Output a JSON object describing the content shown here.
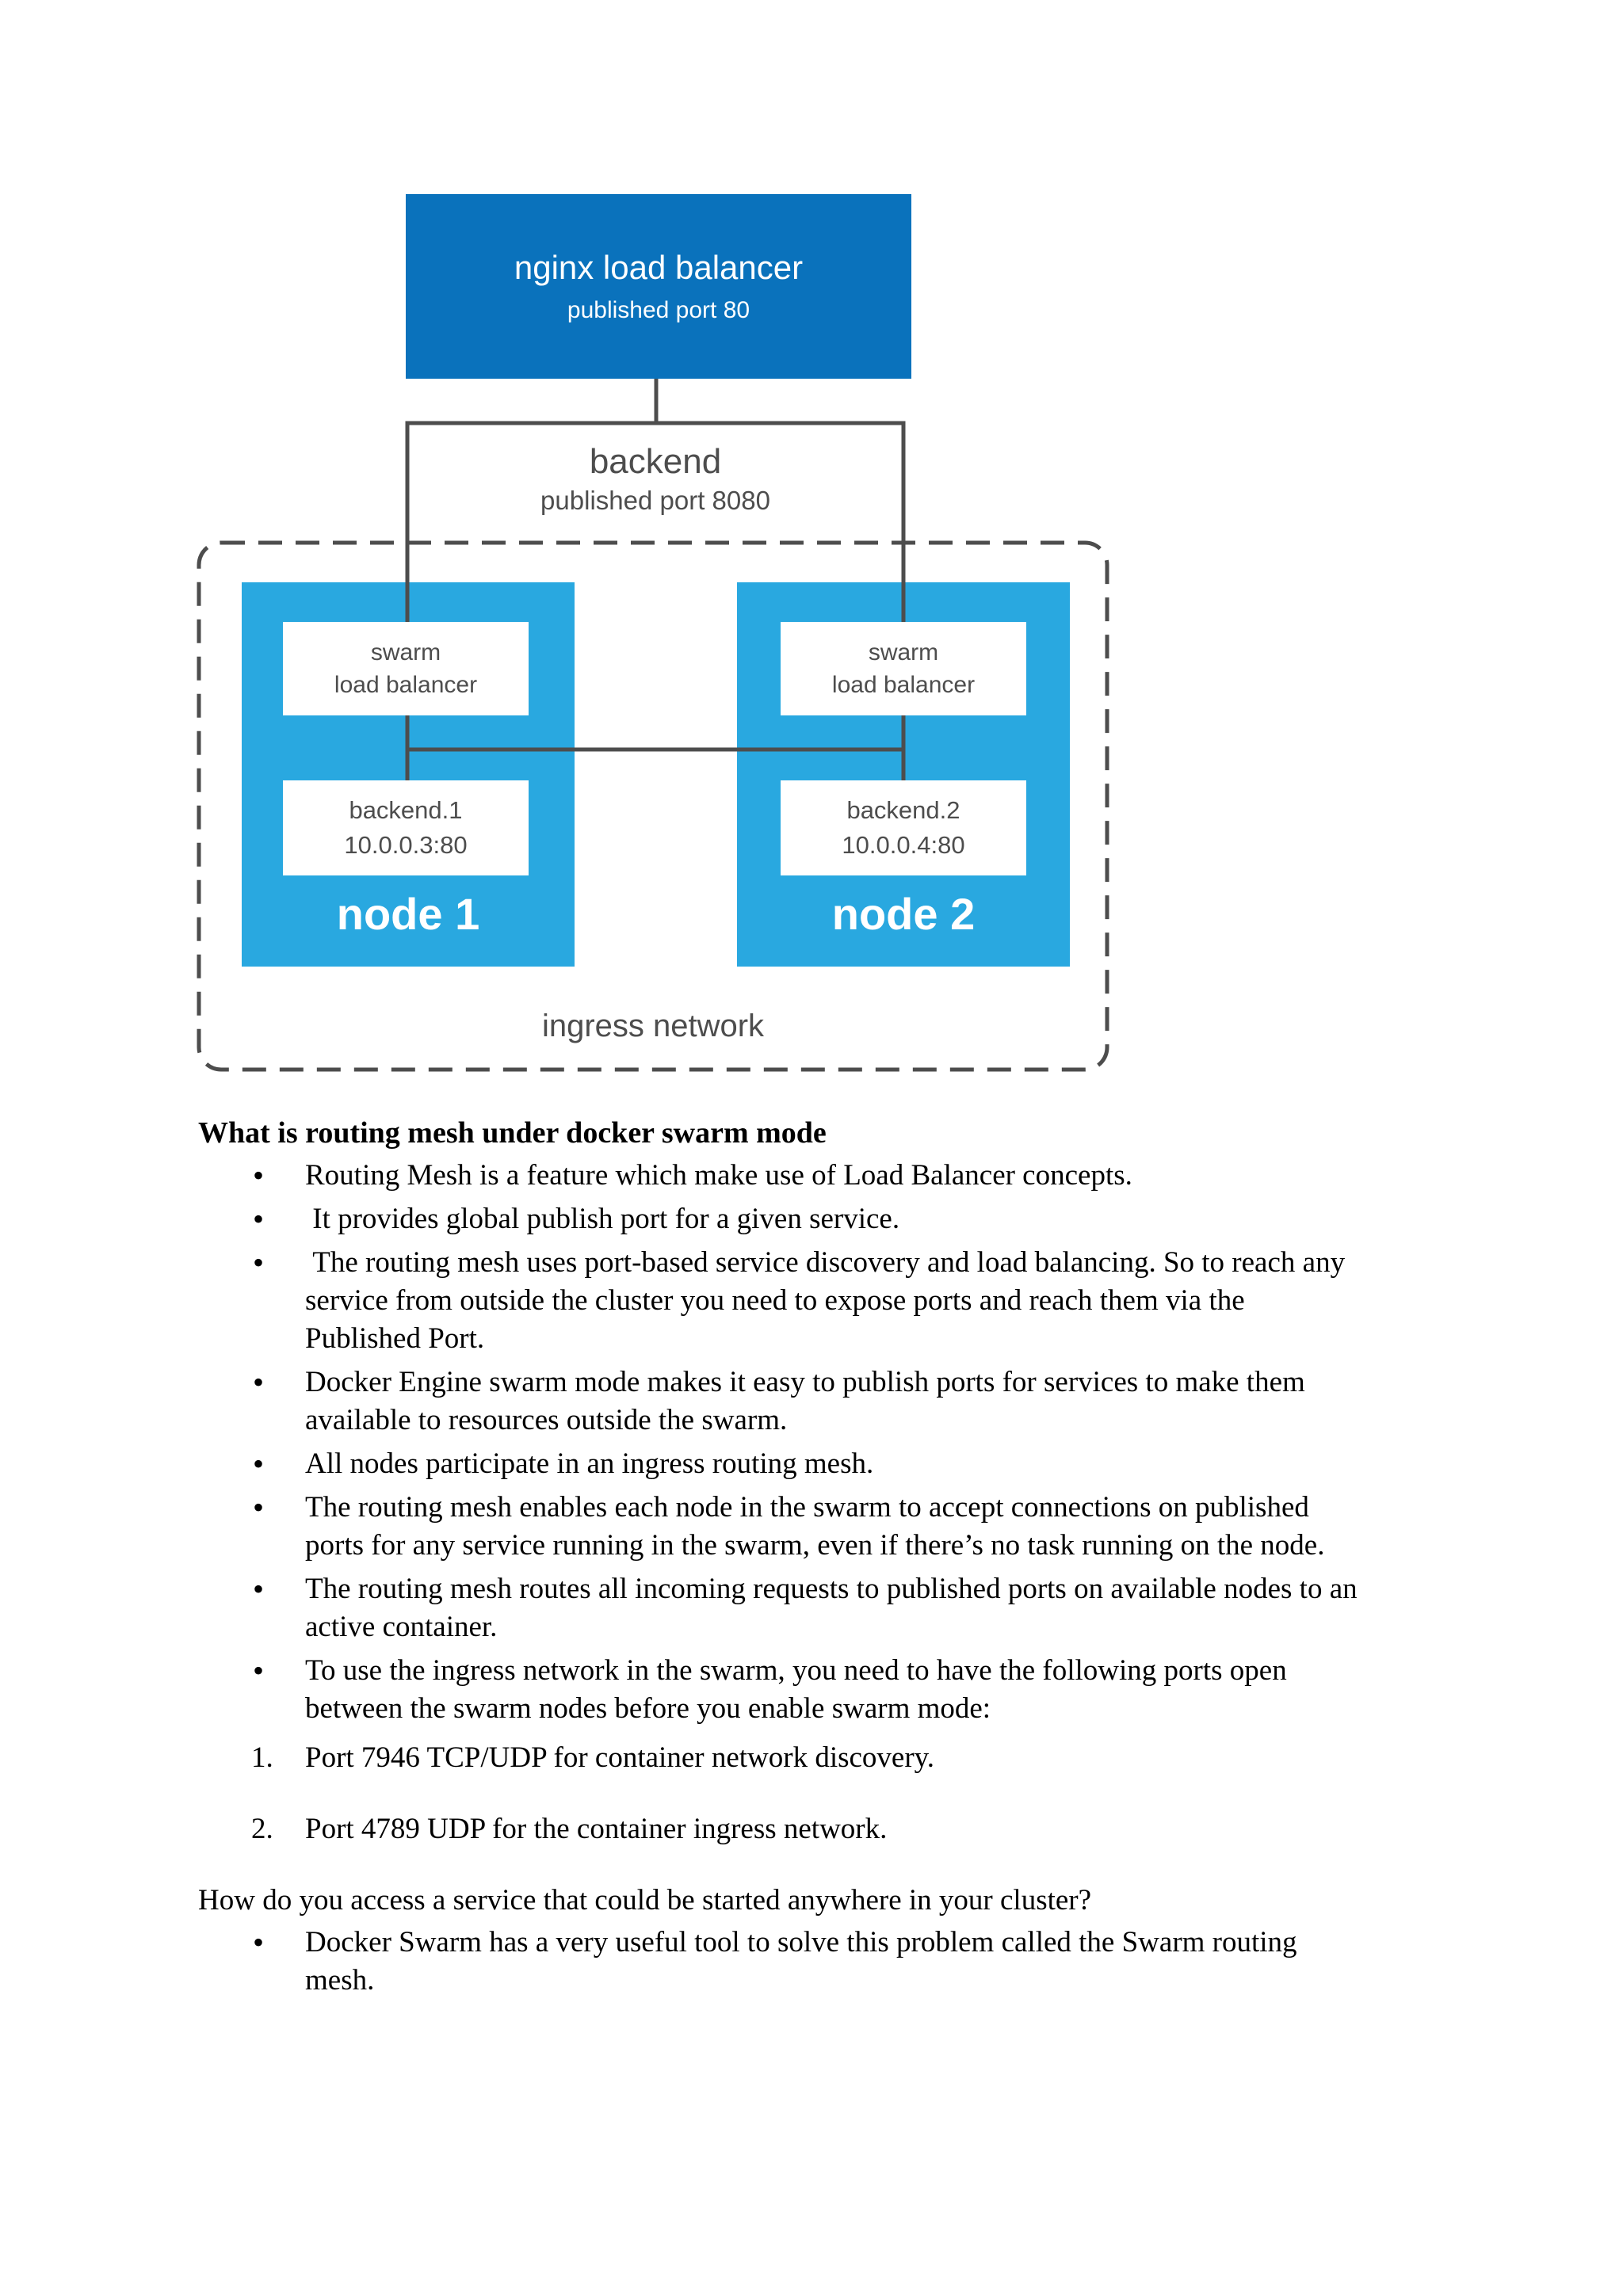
{
  "diagram": {
    "colors": {
      "primary_blue": "#0a72bc",
      "node_blue": "#29a8e0",
      "line_gray": "#4d4d4d"
    },
    "nginx_box": {
      "title": "nginx load balancer",
      "subtitle": "published port 80"
    },
    "backend_box": {
      "title": "backend",
      "subtitle": "published port 8080"
    },
    "node1": {
      "label": "node 1",
      "swarm_lb": "swarm\nload balancer",
      "task": "backend.1\n10.0.0.3:80"
    },
    "node2": {
      "label": "node 2",
      "swarm_lb": "swarm\nload balancer",
      "task": "backend.2\n10.0.0.4:80"
    },
    "ingress_label": "ingress network"
  },
  "content": {
    "heading": "What is routing mesh under docker swarm mode",
    "bullets": [
      "Routing Mesh is a feature which make use of Load Balancer concepts.",
      " It provides global publish port for a given service.",
      " The routing mesh uses port-based service discovery and load balancing. So to reach any\nservice from outside the cluster you need to expose ports and reach them via the\nPublished Port.",
      "Docker Engine swarm mode makes it easy to publish ports for services to make them\navailable to resources outside the swarm.",
      "All nodes participate in an ingress routing mesh.",
      "The routing mesh enables each node in the swarm to accept connections on published\nports for any service running in the swarm, even if there’s no task running on the node.",
      "The routing mesh routes all incoming requests to published ports on available nodes to an\nactive container.",
      "To use the ingress network in the swarm, you need to have the following ports open\nbetween the swarm nodes before you enable swarm mode:"
    ],
    "numbered": [
      "Port 7946 TCP/UDP for container network discovery.",
      "Port 4789 UDP for the container ingress network."
    ],
    "question": "How do you access a service that could be started anywhere in your cluster?",
    "question_bullets": [
      "Docker Swarm has a very useful tool to solve this problem called the Swarm routing\nmesh."
    ]
  }
}
